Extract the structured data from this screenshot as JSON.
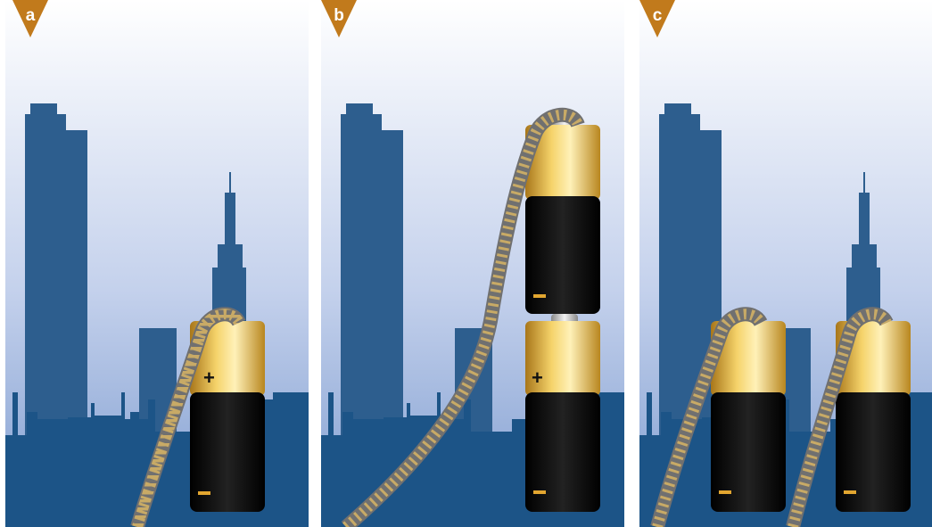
{
  "panels": [
    {
      "label": "a",
      "battery_sign": "+"
    },
    {
      "label": "b",
      "battery_sign": "+"
    },
    {
      "label": "c",
      "battery_sign": ""
    }
  ],
  "colors": {
    "label_badge": "#c17a1c",
    "sky_top": "#ffffff",
    "sky_bottom": "#8da8d6",
    "building_back": "#2d5e8e",
    "building_front": "#1c5487",
    "battery_gold": "#e8b440",
    "battery_body": "#0c0c0c",
    "battery_cap": "#d6d6d6",
    "track_rail": "#707070",
    "track_tie": "#c7a865"
  }
}
